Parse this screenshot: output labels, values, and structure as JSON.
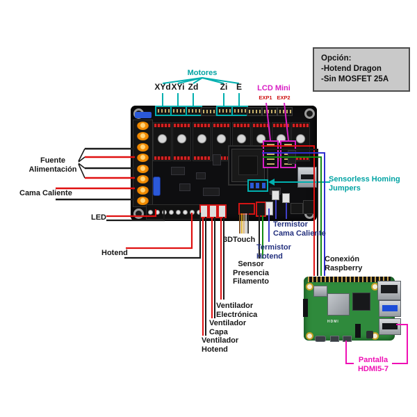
{
  "option_box": {
    "line1": "Opción:",
    "line2": "-Hotend Dragon",
    "line3": "-Sin MOSFET 25A"
  },
  "labels": {
    "motores": "Motores",
    "motor_names": [
      "XYd",
      "XYi",
      "Zd",
      "Zi",
      "E"
    ],
    "lcd_mini": "LCD Mini",
    "exp1": "EXP1",
    "exp2": "EXP2",
    "fuente_line1": "Fuente",
    "fuente_line2": "Alimentación",
    "cama_caliente": "Cama Caliente",
    "led": "LED",
    "hotend": "Hotend",
    "tres_d_touch": "3DTouch",
    "sensor_line1": "Sensor Presencia",
    "sensor_line2": "Filamento",
    "termistor_cama_line1": "Termistor",
    "termistor_cama_line2": "Cama Caliente",
    "termistor_hotend_line1": "Termistor",
    "termistor_hotend_line2": "Hotend",
    "sensorless_line1": "Sensorless Homing",
    "sensorless_line2": "Jumpers",
    "conexion_line1": "Conexión",
    "conexion_line2": "Raspberry",
    "vent_electronica_line1": "Ventilador",
    "vent_electronica_line2": "Electrónica",
    "vent_capa_line1": "Ventilador",
    "vent_capa_line2": "Capa",
    "vent_hotend_line1": "Ventilador",
    "vent_hotend_line2": "Hotend",
    "pantalla_line1": "Pantalla",
    "pantalla_line2": "HDMI5-7"
  },
  "pi": {
    "hdmi_text": "HDMI"
  },
  "colors": {
    "teal_highlight": "#00AFAF",
    "magenta_highlight": "#D81FC4",
    "red_wire": "#E01010",
    "black_wire": "#1A1A1A",
    "blue_wire": "#2F2FD0",
    "green_wire": "#128A12",
    "navy_label": "#23307E",
    "pantalla_magenta": "#EF0FB4",
    "exp_red": "#CE1212",
    "board_pcb": "#0E0E10",
    "pi_pcb": "#2F8A3C",
    "terminal_orange": "#F08A00",
    "option_box_bg": "#C9C9C9"
  }
}
